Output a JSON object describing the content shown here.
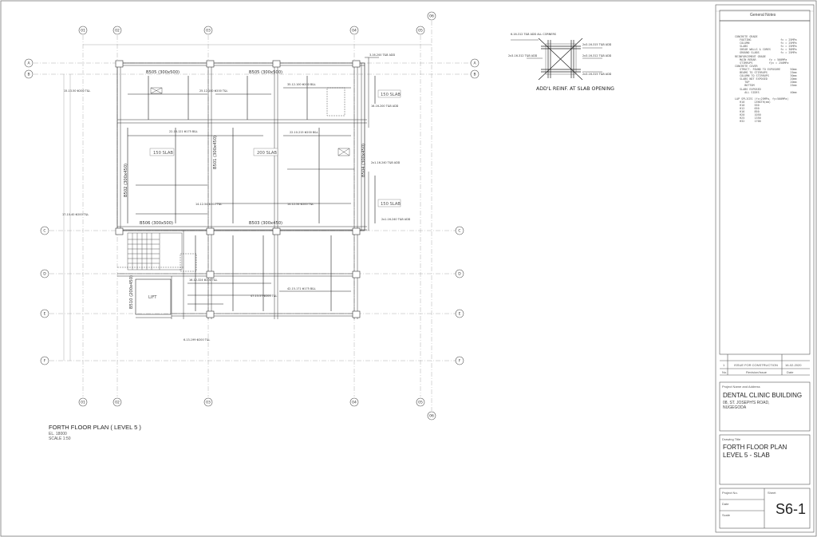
{
  "plan": {
    "title": "FORTH FLOOR PLAN ( LEVEL 5 )",
    "level": "EL. 18000",
    "scale": "SCALE 1:50",
    "grid_numbers": [
      "01",
      "02",
      "03",
      "04",
      "05",
      "06"
    ],
    "grid_letters": [
      "A",
      "B",
      "C",
      "D",
      "E",
      "F"
    ],
    "beams": {
      "b505a": "B505 (300x500)",
      "b505b": "B505 (300x500)",
      "b506": "B506 (300x500)",
      "b501": "B501 (300x450)",
      "b502": "B502 (300x450)",
      "b503": "B503 (300x450)",
      "b504": "B504 (300x450)",
      "b510": "B510 (200x450)"
    },
    "slabs": {
      "s1": "150 SLAB",
      "s2": "200 SLAB",
      "s3": "150 SLAB",
      "s4": "150 SLAB",
      "lift": "LIFT"
    },
    "rebar_labels": [
      "15-13-50 Φ200 T&L",
      "25-12-100 Φ200 T&L",
      "35-12-100 Φ200 B&L",
      "22-16-121 Φ175 B&L",
      "3-16-200 T&B ADD",
      "16-16-200 T&B ADD",
      "22-10-215 Φ200 B&L",
      "17-10-40 Φ200 T&L",
      "14-12-54 Φ200 T&L",
      "14-12-54 Φ200 T&L",
      "16-12-324 Φ200 T&L",
      "42-15-171 Φ175 B&L",
      "47-15-57 Φ200 T&L",
      "6-13-199 Φ200 T&L",
      "2x1-16-240 T&B ADD",
      "2x1-16-240 T&B ADD"
    ]
  },
  "detail": {
    "title": "ADD'L REINF. AT SLAB OPENING",
    "labels": [
      "6-16-312 T&B ADD ALL CORNERS",
      "2x3-16-315 T&B ADD",
      "2x3-16-312 T&B ADD",
      "2x3-16-312 T&B ADD",
      "2x3-16-315 T&B ADD"
    ]
  },
  "title_block": {
    "general_notes_heading": "General Notes",
    "general_notes": [
      "CONCRETE GRADE",
      "   FOOTING                  fc = 25MPa",
      "   COLUMN                   fc = 25MPa",
      "   SLABS                    fc = 25MPa",
      "   SHEAR WALLS & CORES      fc = 30MPa",
      "   GROUND SLABS             fc = 25MPa",
      "REINFORCEMENT GRADE",
      "   MAIN REBAR        fy = 500MPa",
      "   STIRRUPS          fyv = 250MPa",
      "CONCRETE COVER",
      "   STRUCT. FOUND TO EXPOSURE      50mm",
      "   BEAMS TO STIRRUPS              25mm",
      "   COLUMN TO STIRRUPS             30mm",
      "   SLABS NOT EXPOSED              20mm",
      "      TOP                         20mm",
      "      BOTTOM                      25mm",
      "   SLABS EXPOSED",
      "      ALL SIDES                   40mm",
      "",
      "LAP SPLICES (fc=25MPa, fy=500MPa)",
      "   H10      LENGTH(mm)",
      "   H10      550",
      "   H12      650",
      "   H16      850",
      "   H20      1050",
      "   H25      1350",
      "   H32      1700"
    ],
    "revision": {
      "no": "1",
      "desc": "ISSUE FOR CONSTRUCTION",
      "date": "16-02-2020"
    },
    "rev_headers": {
      "no": "No.",
      "desc": "Revision/Issue",
      "date": "Date"
    },
    "project_caption": "Project Name and Address",
    "project_name": "DENTAL CLINIC BUILDING",
    "address_1": "08, ST. JOSEPH'S ROAD,",
    "address_2": "NUGEGODA",
    "drawing_caption": "Drawing Title",
    "drawing_title_1": "FORTH FLOOR PLAN",
    "drawing_title_2": "LEVEL 5 - SLAB",
    "project_no_caption": "Project No.",
    "sheet_caption": "Sheet",
    "date_caption": "Date",
    "scale_caption": "Scale",
    "sheet_no": "S6-1"
  }
}
